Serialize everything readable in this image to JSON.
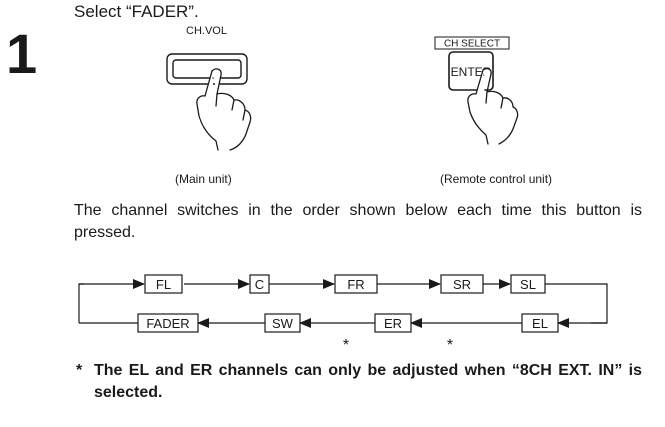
{
  "step": {
    "number": "1",
    "instruction": "Select “FADER”."
  },
  "main_unit": {
    "button_label": "CH.VOL",
    "caption": "(Main unit)"
  },
  "remote": {
    "top_label": "CH SELECT",
    "button_label": "ENTER",
    "caption": "(Remote control unit)"
  },
  "description": "The channel switches in the order shown below each time this button is pressed.",
  "diagram": {
    "top_row": [
      "FL",
      "C",
      "FR",
      "SR",
      "SL"
    ],
    "bottom_row": [
      "FADER",
      "SW",
      "ER",
      "EL"
    ],
    "asterisk": "*"
  },
  "note": {
    "marker": "*",
    "text": "The EL and ER channels can only be adjusted when “8CH EXT. IN” is selected."
  }
}
